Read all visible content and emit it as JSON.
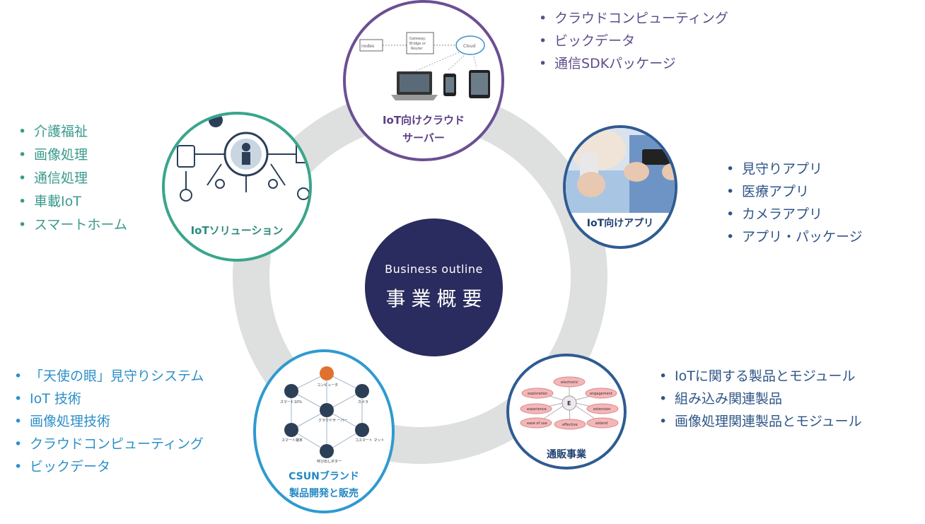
{
  "center": {
    "title_en": "Business outline",
    "title_jp": "事業概要"
  },
  "nodes": {
    "cloud": {
      "label_line1": "IoT向けクラウド",
      "label_line2": "サーバー",
      "image_text": {
        "box1": "nodes",
        "box2_l1": "Gateway,",
        "box2_l2": "Bridge or",
        "box2_l3": "Router",
        "cloud": "Cloud"
      }
    },
    "app": {
      "label": "IoT向けアプリ"
    },
    "solution": {
      "label": "IoTソリューション"
    },
    "csun": {
      "label_line1": "CSUNブランド",
      "label_line2": "製品開発と販売",
      "image_text": {
        "top": "コンピュータ",
        "left": "スマート10%",
        "right": "カメラ",
        "center": "クラウドサ ーバー",
        "bottom_left": "スマート端末",
        "bottom_right": "コスマート マット",
        "bottom": "呼び出しポタ一"
      }
    },
    "shop": {
      "label": "通販事業",
      "image_text": {
        "center": "E",
        "items": [
          "electronic",
          "exploration",
          "engagement",
          "experience",
          "extension",
          "ease of use",
          "effective",
          "extend"
        ]
      }
    }
  },
  "lists": {
    "cloud": [
      "クラウドコンピューティング",
      "ビックデータ",
      "通信SDKパッケージ"
    ],
    "app": [
      "見守りアプリ",
      "医療アプリ",
      "カメラアプリ",
      "アプリ・パッケージ"
    ],
    "solution": [
      "介護福祉",
      "画像処理",
      "通信処理",
      "車載IoT",
      "スマートホーム"
    ],
    "csun": [
      "「天使の眼」見守りシステム",
      "IoT 技術",
      "画像処理技術",
      "クラウドコンピューティング",
      "ビックデータ"
    ],
    "shop": [
      "IoTに関する製品とモジュール",
      "組み込み関連製品",
      "画像処理関連製品とモジュール"
    ]
  },
  "colors": {
    "ring": "#dedfdf",
    "center": "#2a2b5e",
    "cloud": "#6b4f93",
    "app": "#2f5b92",
    "solution": "#3aa58c",
    "csun": "#2f9ad0",
    "shop": "#2f5b92"
  }
}
